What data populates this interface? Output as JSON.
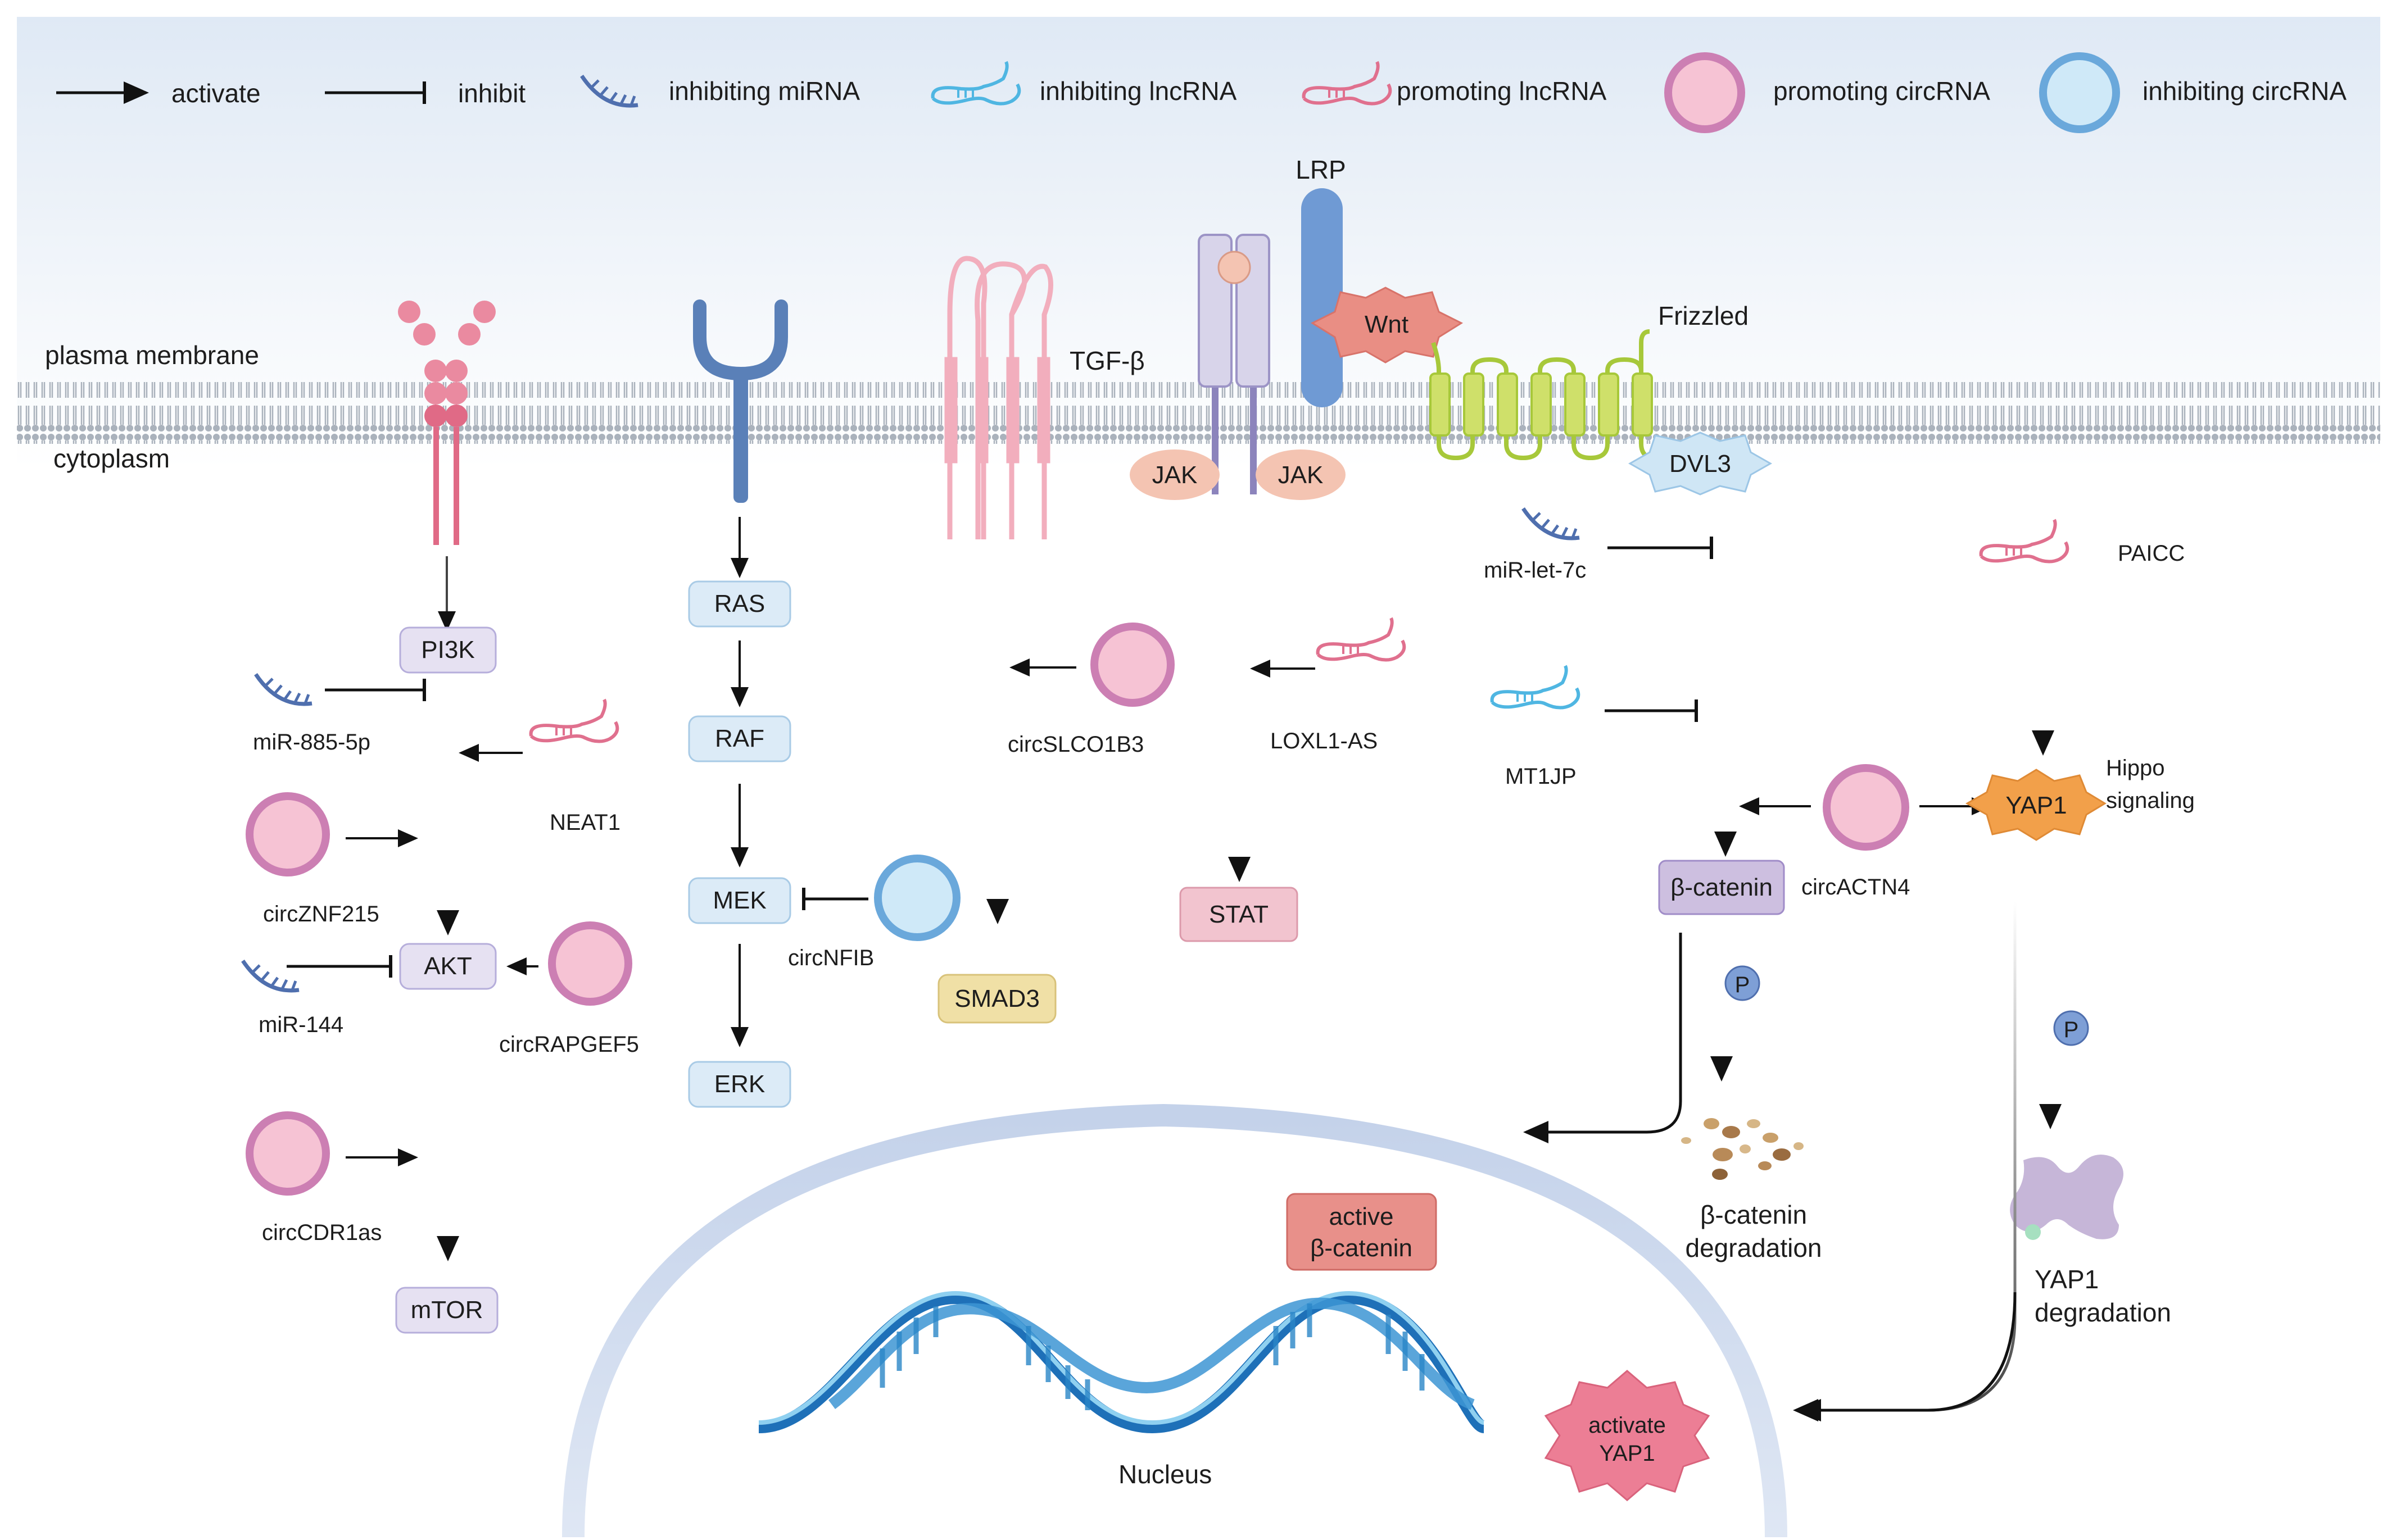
{
  "legend": {
    "activate": "activate",
    "inhibit": "inhibit",
    "inhibiting_mirna": "inhibiting miRNA",
    "inhibiting_lncrna": "inhibiting lncRNA",
    "promoting_lncrna": "promoting lncRNA",
    "promoting_circrna": "promoting circRNA",
    "inhibiting_circrna": "inhibiting circRNA"
  },
  "regions": {
    "plasma_membrane": "plasma membrane",
    "cytoplasm": "cytoplasm",
    "nucleus": "Nucleus"
  },
  "receptors": {
    "tgf_beta": "TGF-β",
    "lrp": "LRP",
    "wnt": "Wnt",
    "frizzled": "Frizzled",
    "jak_left": "JAK",
    "jak_right": "JAK",
    "dvl3": "DVL3"
  },
  "pi3k_pathway": {
    "pi3k": "PI3K",
    "akt": "AKT",
    "mtor": "mTOR",
    "mir885": "miR-885-5p",
    "neat1": "NEAT1",
    "circznf215": "circZNF215",
    "mir144": "miR-144",
    "circrapgef5": "circRAPGEF5",
    "circcdr1as": "circCDR1as"
  },
  "mapk_pathway": {
    "ras": "RAS",
    "raf": "RAF",
    "mek": "MEK",
    "erk": "ERK",
    "circnfib": "circNFIB"
  },
  "tgf_pathway": {
    "smad3": "SMAD3",
    "circslco1b3": "circSLCO1B3"
  },
  "jak_pathway": {
    "stat": "STAT",
    "loxl1as": "LOXL1-AS"
  },
  "wnt_pathway": {
    "mirlet7c": "miR-let-7c",
    "mt1jp": "MT1JP",
    "beta_catenin": "β-catenin",
    "circactn4": "circACTN4",
    "p1": "P",
    "degradation_line1": "β-catenin",
    "degradation_line2": "degradation",
    "active_line1": "active",
    "active_line2": "β-catenin"
  },
  "hippo_pathway": {
    "paicc": "PAICC",
    "yap1": "YAP1",
    "hippo_line1": "Hippo",
    "hippo_line2": "signaling",
    "p2": "P",
    "degradation_line1": "YAP1",
    "degradation_line2": "degradation",
    "activate_line1": "activate",
    "activate_line2": "YAP1"
  },
  "colors": {
    "pink_receptor": "#e06a86",
    "blue_receptor": "#5a80b8",
    "pink_circ_fill": "#f6c3d4",
    "pink_circ_ring": "#cc7fb3",
    "blue_circ_fill": "#cfe9f8",
    "blue_circ_ring": "#6aa8db",
    "mirna": "#4f6fae",
    "lncrna_inhib": "#4fb6e2",
    "lncrna_promo": "#e0708e",
    "node_fill": "#e6e1f2",
    "node_blue": "#dcebf7",
    "stat_fill": "#f2c4cf",
    "smad_fill": "#f0e0a6",
    "active_fill": "#e8908a",
    "yap_fill": "#f2a04a"
  }
}
